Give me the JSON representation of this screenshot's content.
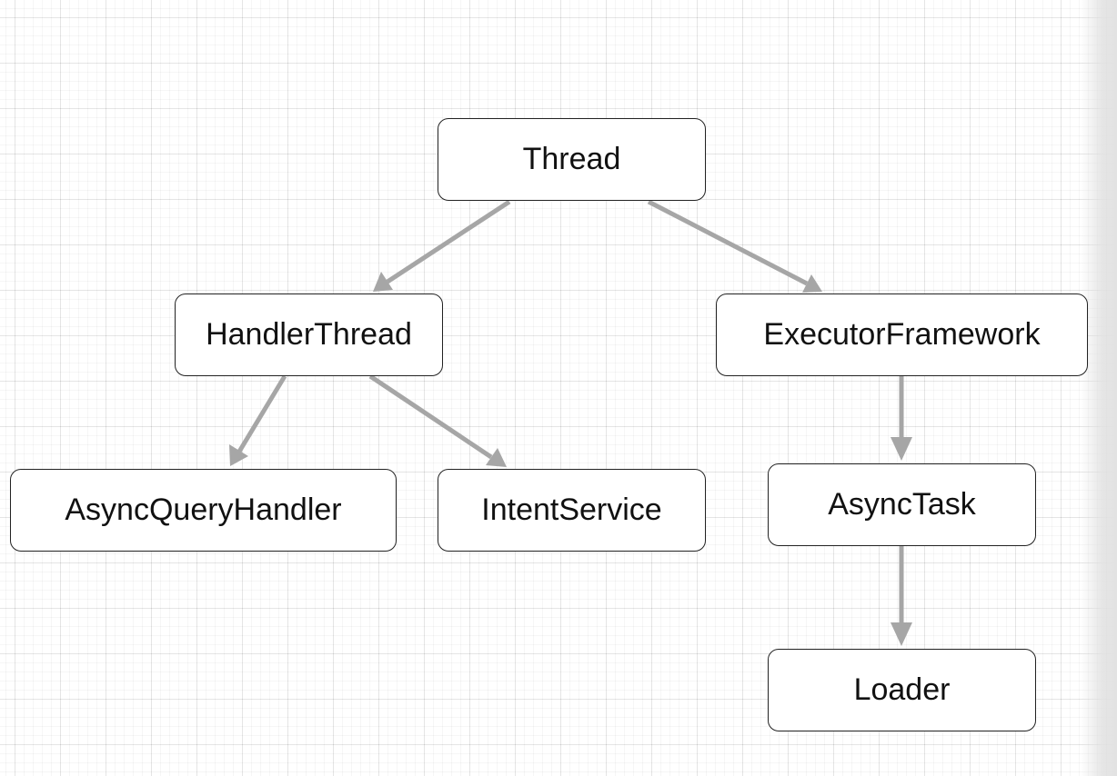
{
  "diagram": {
    "nodes": [
      {
        "id": "thread",
        "label": "Thread"
      },
      {
        "id": "handler_thread",
        "label": "HandlerThread"
      },
      {
        "id": "executor_framework",
        "label": "ExecutorFramework"
      },
      {
        "id": "async_query_handler",
        "label": "AsyncQueryHandler"
      },
      {
        "id": "intent_service",
        "label": "IntentService"
      },
      {
        "id": "async_task",
        "label": "AsyncTask"
      },
      {
        "id": "loader",
        "label": "Loader"
      }
    ],
    "edges": [
      {
        "from": "thread",
        "to": "handler_thread"
      },
      {
        "from": "thread",
        "to": "executor_framework"
      },
      {
        "from": "handler_thread",
        "to": "async_query_handler"
      },
      {
        "from": "handler_thread",
        "to": "intent_service"
      },
      {
        "from": "executor_framework",
        "to": "async_task"
      },
      {
        "from": "async_task",
        "to": "loader"
      }
    ],
    "edge_color": "#a6a6a6",
    "node_border_color": "#222222"
  }
}
